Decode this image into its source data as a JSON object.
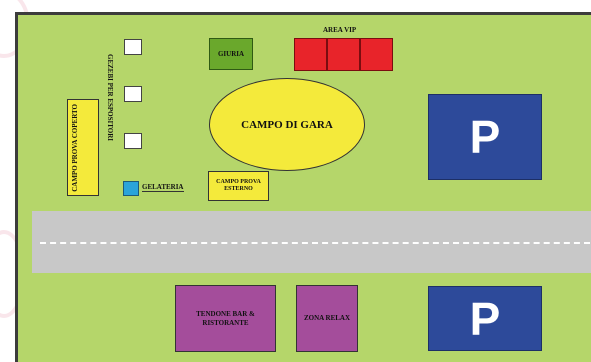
{
  "map": {
    "colors": {
      "grass": "#b5d66a",
      "road": "#c8c8c8",
      "parking": "#2d4a9a",
      "vip": "#e8242a",
      "giuria": "#6aa82c",
      "campo_gara": "#f4ea3b",
      "yellow_box": "#f4ea3b",
      "gelateria": "#2aa4d9",
      "purple": "#a44d9b"
    },
    "labels": {
      "area_vip": "AREA VIP",
      "giuria": "GIURIA",
      "campo_di_gara": "CAMPO DI GARA",
      "gazebi": "GEZEBI PER ESPOSITORI",
      "campo_prova_coperto": "CAMPO PROVA COPERTO",
      "gelateria": "GELATERIA",
      "campo_prova_esterno": "CAMPO PROVA ESTERNO",
      "parking_symbol": "P",
      "tendone": "TENDONE BAR & RISTORANTE",
      "zona_relax": "ZONA RELAX"
    }
  }
}
